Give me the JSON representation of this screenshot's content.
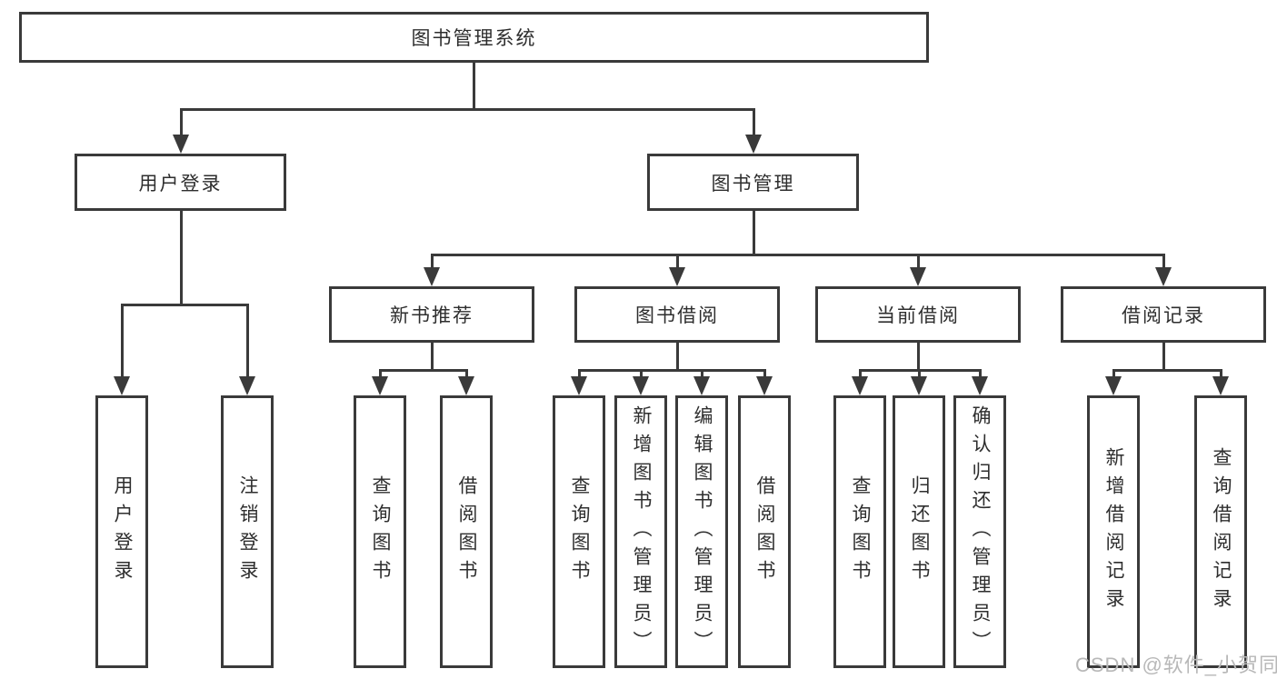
{
  "colors": {
    "line": "#3a3a3a",
    "text": "#2e2e2e",
    "watermark": "#b8b8b8",
    "background": "#ffffff"
  },
  "nodes": {
    "root": "图书管理系统",
    "user_login": "用户登录",
    "book_management": "图书管理",
    "new_book_recommendation": "新书推荐",
    "book_borrowing": "图书借阅",
    "current_borrowing": "当前借阅",
    "borrowing_records": "借阅记录",
    "leaves": {
      "user_login": "用户登录",
      "logout": "注销登录",
      "nb_query_books": "查询图书",
      "nb_borrow_books": "借阅图书",
      "bb_query_books": "查询图书",
      "bb_add_books_admin": "新增图书（管理员）",
      "bb_edit_books_admin": "编辑图书（管理员）",
      "bb_borrow_books": "借阅图书",
      "cb_query_books": "查询图书",
      "cb_return_books": "归还图书",
      "cb_confirm_return_admin": "确认归还（管理员）",
      "br_add_record": "新增借阅记录",
      "br_query_record": "查询借阅记录"
    }
  },
  "watermark": "CSDN @软件_小贺同学"
}
